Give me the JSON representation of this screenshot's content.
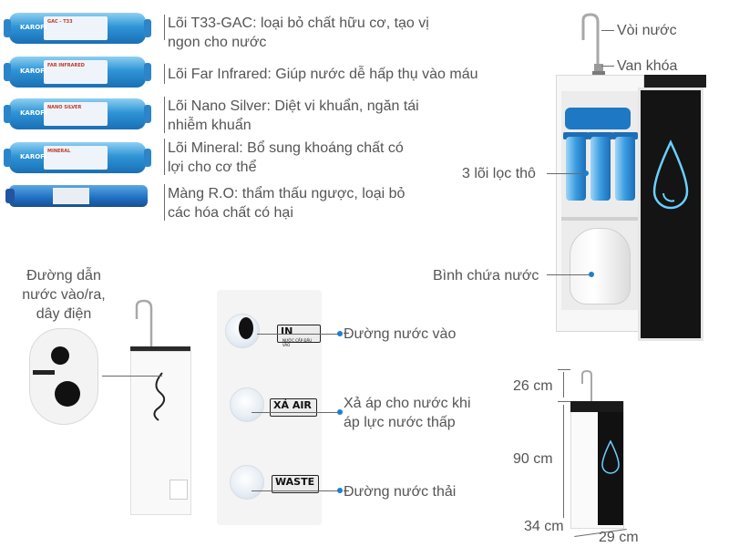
{
  "filters": [
    {
      "label_line1": "Lõi T33-GAC: loại bỏ chất hữu cơ, tạo vị",
      "label_line2": "ngon cho nước"
    },
    {
      "label_line1": "Lõi Far Infrared: Giúp nước dễ hấp thụ vào máu",
      "label_line2": ""
    },
    {
      "label_line1": "Lõi Nano Silver: Diệt vi khuẩn, ngăn tái",
      "label_line2": "nhiễm khuẩn"
    },
    {
      "label_line1": "Lõi Mineral: Bổ sung khoáng chất có",
      "label_line2": "lợi cho cơ thể"
    },
    {
      "label_line1": "Màng R.O:  thẩm thấu ngược, loại bỏ",
      "label_line2": "các hóa chất có hại"
    }
  ],
  "cartridge_stickers": [
    "GAC - T33",
    "FAR INFRARED",
    "NANO SILVER",
    "MINERAL"
  ],
  "brand": "KAROFI",
  "purifier": {
    "faucet": "Vòi nước",
    "valve": "Van khóa",
    "prefilters": "3 lõi lọc thô",
    "tank": "Bình chứa nước"
  },
  "inlet_desc": {
    "line1": "Đường dẫn",
    "line2": "nước vào/ra,",
    "line3": "dây điện"
  },
  "ports": [
    {
      "plate": "IN",
      "plate_small": "NƯỚC CẤP ĐẦU VÀO",
      "label_line1": "Đường nước vào",
      "label_line2": ""
    },
    {
      "plate": "XẢ AIR",
      "plate_small": "",
      "label_line1": "Xả áp cho nước khi",
      "label_line2": "áp lực nước thấp"
    },
    {
      "plate": "WASTE",
      "plate_small": "",
      "label_line1": "Đường nước thải",
      "label_line2": ""
    }
  ],
  "dimensions": {
    "top": "26 cm",
    "height": "90 cm",
    "depth": "34 cm",
    "width": "29 cm"
  },
  "colors": {
    "cartridge_blue": "#2f95d6",
    "accent_blue": "#1b7fd4",
    "label_text": "#555555"
  }
}
